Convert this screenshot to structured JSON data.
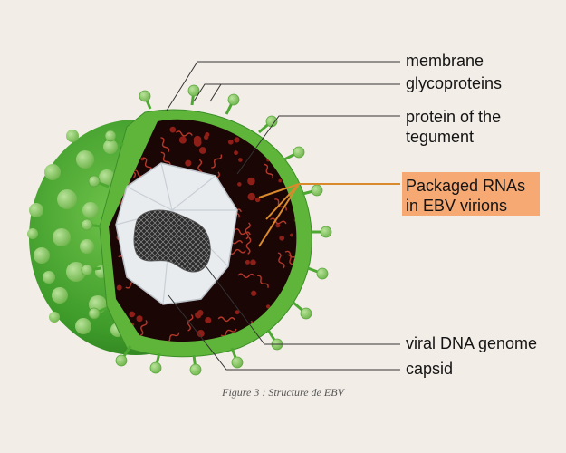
{
  "labels": {
    "membrane": "membrane",
    "glycoproteins": "glycoproteins",
    "tegument": "protein of the tegument",
    "rnas": "Packaged RNAs in EBV virions",
    "dna": "viral DNA genome",
    "capsid": "capsid"
  },
  "caption": "Figure 3 : Structure de EBV",
  "colors": {
    "background": "#f3ede7",
    "membrane_green": "#5fb53a",
    "knob_green": "#8cc86a",
    "interior": "#1b0606",
    "rna_red": "#b3382a",
    "capsid": "#e9ecef",
    "highlight": "#f6a973",
    "rna_leader": "#d98a2c"
  }
}
